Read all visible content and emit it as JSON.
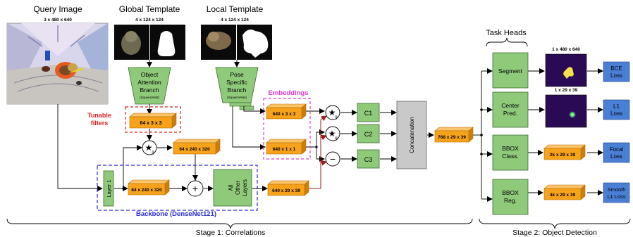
{
  "inputs": {
    "query_image": {
      "title": "Query Image",
      "dims": "3 x 480 x 640"
    },
    "global_template": {
      "title": "Global Template",
      "dims": "4 x 124 x 124"
    },
    "local_template": {
      "title": "Local Template",
      "dims": "4 x 124 x 124"
    }
  },
  "branches": {
    "object_attention": {
      "lines": [
        "Object",
        "Attention",
        "Branch"
      ],
      "sub": "(SqueezeNet)"
    },
    "pose_specific": {
      "lines": [
        "Pose",
        "Specific",
        "Branch"
      ],
      "sub": "(SqueezeNet)"
    }
  },
  "annotations": {
    "tunable_filters": [
      "Tunable",
      "filters"
    ],
    "embeddings": "Embeddings",
    "backbone": "Backbone (DenseNet121)"
  },
  "tensors": {
    "filters": "64 x 3 x 3",
    "corr_out": "64 x 240 x 320",
    "layer1_out": "64 x 240 x 320",
    "other_layers_out": "640 x 29 x 39",
    "embed_1": "640 x 3 x 3",
    "embed_2": "640 x 1 x 1",
    "concat_out": "768 x 29 x 39",
    "bbox_class_out": "2k x 29 x 39",
    "bbox_reg_out": "4k x 29 x 39"
  },
  "blocks": {
    "layer1": "Layer 1",
    "other_layers": [
      "All",
      "Other",
      "Layers"
    ],
    "c1": "C1",
    "c2": "C2",
    "c3": "C3",
    "concatenation": "Concatenation"
  },
  "operators": {
    "star_g": "★",
    "star_g_sub": "g",
    "plus": "+",
    "minus": "−"
  },
  "task_heads": {
    "title": "Task Heads",
    "segment": {
      "label": "Segment",
      "out_dims": "1 x 480 x 640",
      "loss": [
        "BCE",
        "Loss"
      ]
    },
    "center": {
      "label": [
        "Center",
        "Pred."
      ],
      "out_dims": "1 x 29 x 39",
      "loss": [
        "L1",
        "Loss"
      ]
    },
    "bbox_class": {
      "label": [
        "BBOX",
        "Class."
      ],
      "loss": [
        "Focal",
        "Loss"
      ]
    },
    "bbox_reg": {
      "label": [
        "BBOX",
        "Reg."
      ],
      "loss": [
        "Smooth",
        "L1 Loss"
      ]
    }
  },
  "stages": {
    "stage1": "Stage 1: Correlations",
    "stage2": "Stage 2: Object Detection"
  },
  "colors": {
    "green": "#8fc97a",
    "green_stroke": "#3f6b32",
    "orange": "#f7a21b",
    "orange_dark": "#b86e00",
    "blue": "#4a7fd6",
    "gray": "#c9c9c9",
    "dark_red": "#9b1b1b",
    "tunable_red": "#e02020",
    "embed_magenta": "#e23bd8",
    "backbone_blue": "#2a2adf",
    "heatmap": "#2a0a55"
  },
  "icons": [
    "query-photo",
    "dog-template",
    "dog-mask",
    "star-correlation-icon",
    "plus-icon",
    "minus-icon"
  ]
}
